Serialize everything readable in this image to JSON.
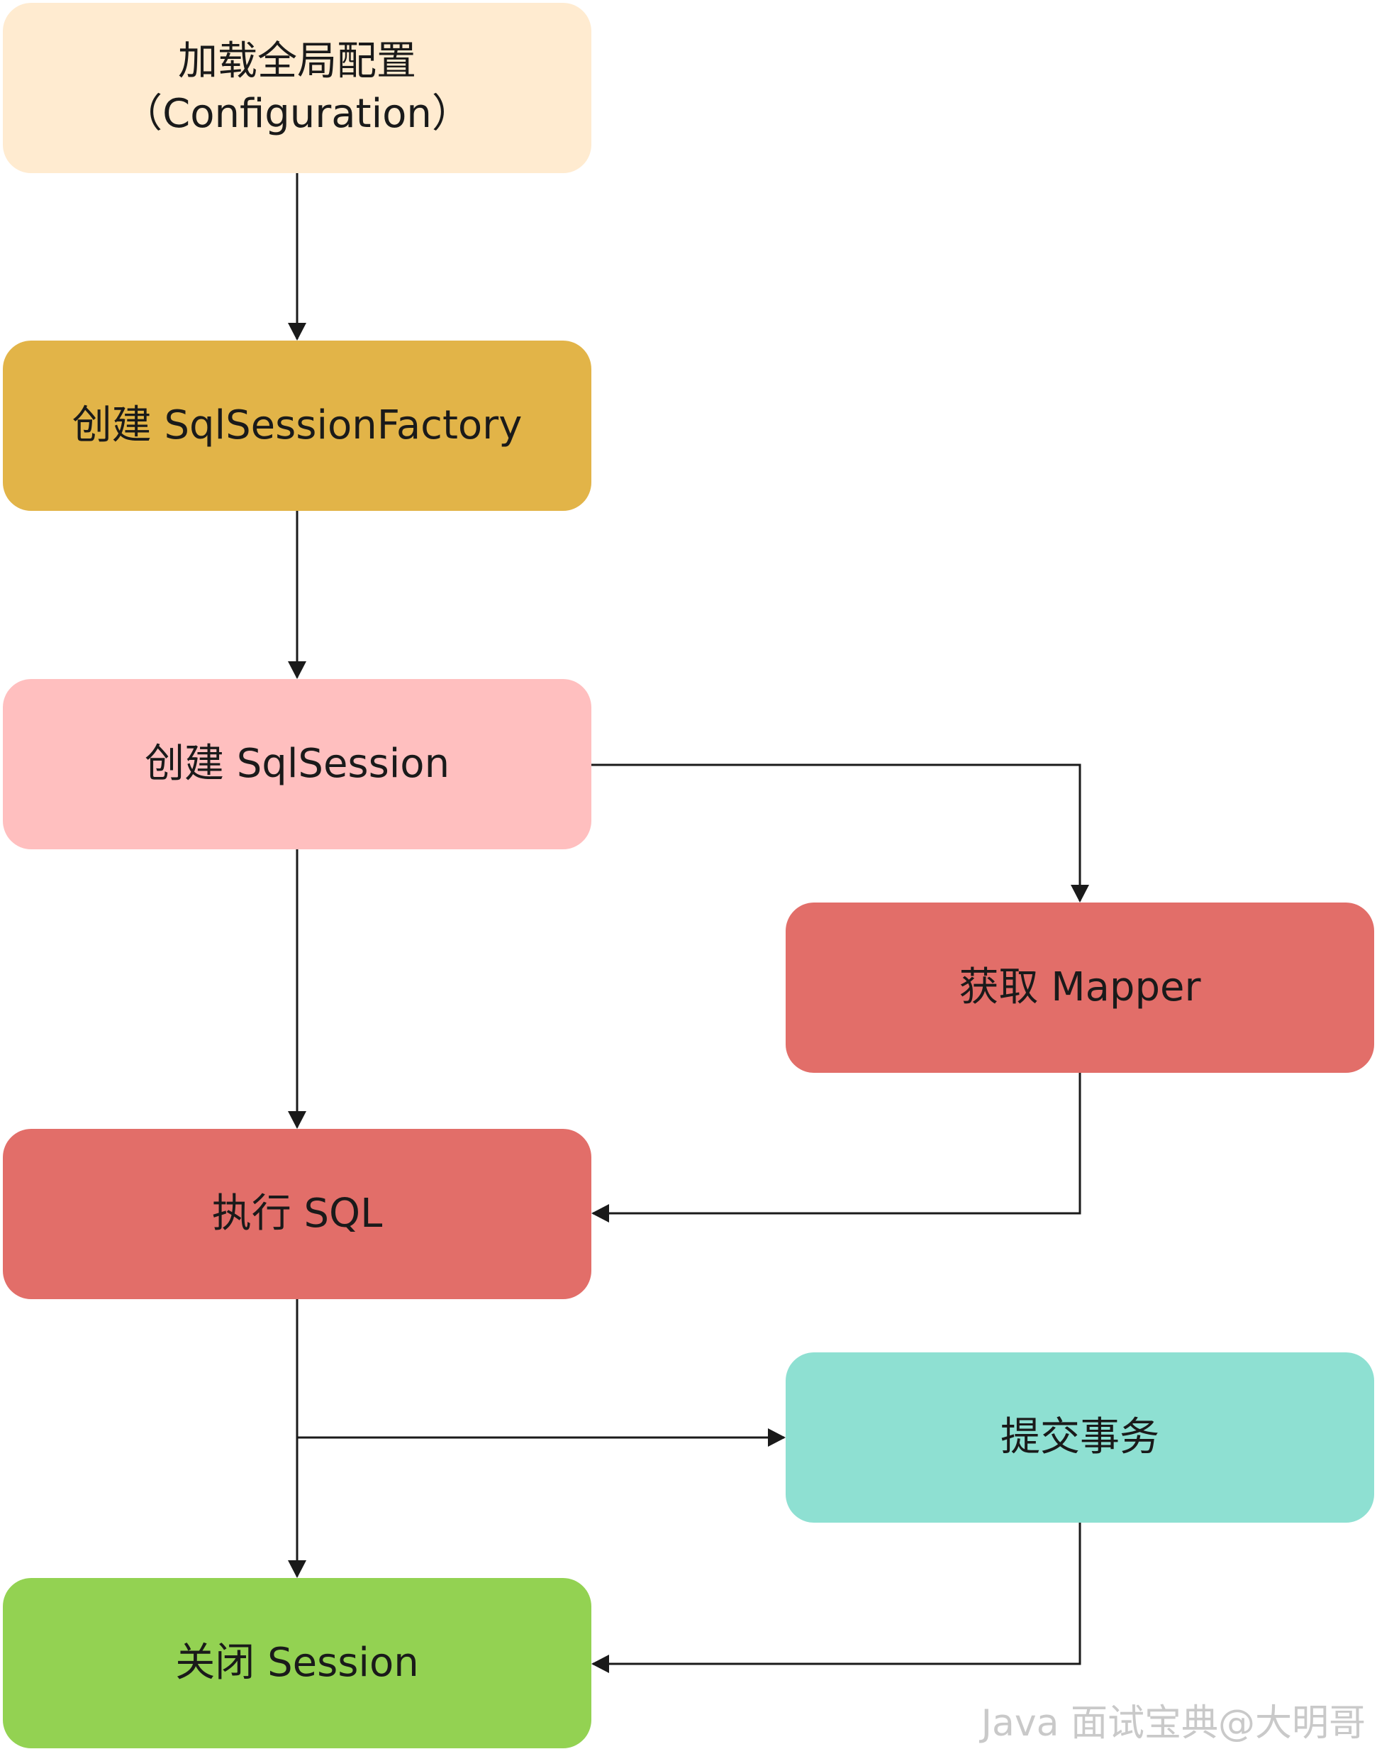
{
  "nodes": {
    "config": {
      "line1": "加载全局配置",
      "line2": "（Configuration）",
      "color": "#FFEBD0"
    },
    "factory": {
      "label": "创建 SqlSessionFactory",
      "color": "#E2B448"
    },
    "session": {
      "label": "创建 SqlSession",
      "color": "#FFBFBF"
    },
    "mapper": {
      "label": "获取 Mapper",
      "color": "#E26E69"
    },
    "sql": {
      "label": "执行 SQL",
      "color": "#E26E69"
    },
    "commit": {
      "label": "提交事务",
      "color": "#8EE0D2"
    },
    "close": {
      "label": "关闭 Session",
      "color": "#93D252"
    }
  },
  "watermark": "Java 面试宝典@大明哥",
  "edge_color": "#1a1a1a"
}
